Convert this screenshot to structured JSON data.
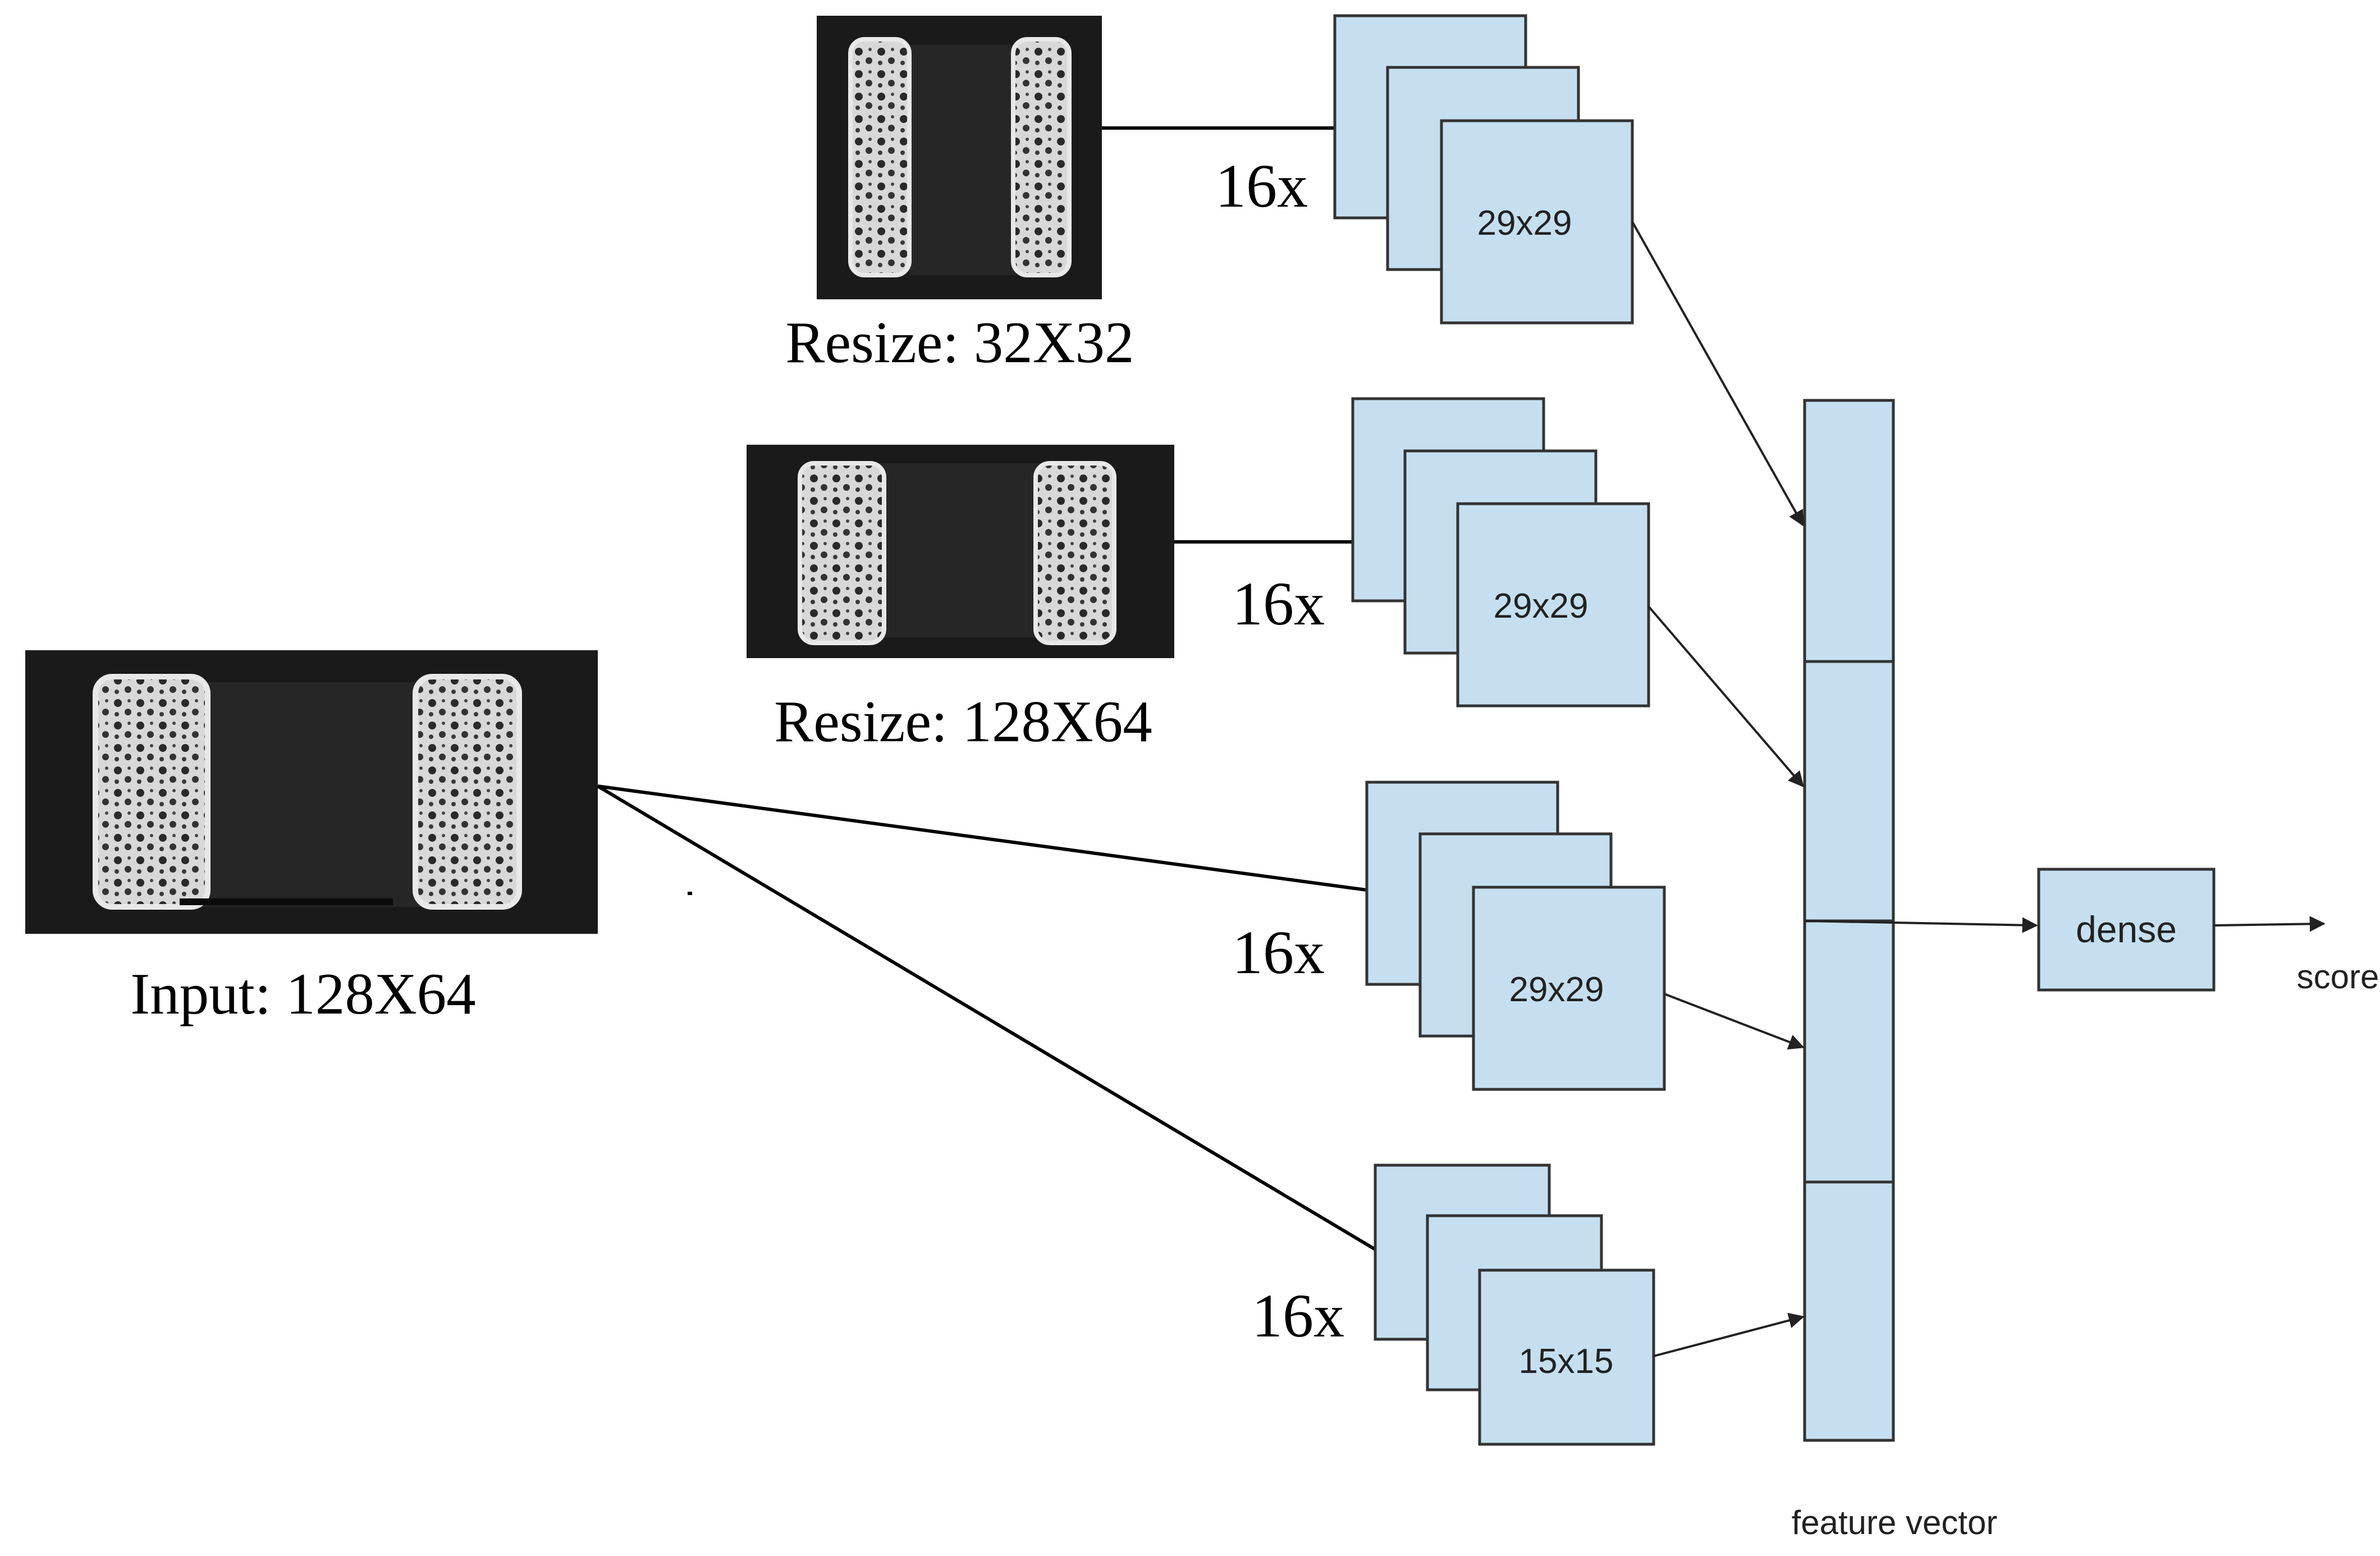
{
  "input": {
    "label": "Input: 128X64"
  },
  "resize_small": {
    "label": "Resize: 32X32"
  },
  "resize_wide": {
    "label": "Resize: 128X64"
  },
  "branches": [
    {
      "count": "16x",
      "map_size": "29x29"
    },
    {
      "count": "16x",
      "map_size": "29x29"
    },
    {
      "count": "16x",
      "map_size": "29x29"
    },
    {
      "count": "16x",
      "map_size": "15x15"
    }
  ],
  "feature_vector": {
    "label": "feature vector"
  },
  "dense": {
    "label": "dense"
  },
  "output": {
    "label": "score"
  },
  "colors": {
    "feature_map_fill": "#c5dff0",
    "outline": "#333333",
    "image_background": "#1a1a1a",
    "pad_color": "#dcdcdc"
  },
  "icons": [
    "chip-image",
    "arrow-head"
  ]
}
